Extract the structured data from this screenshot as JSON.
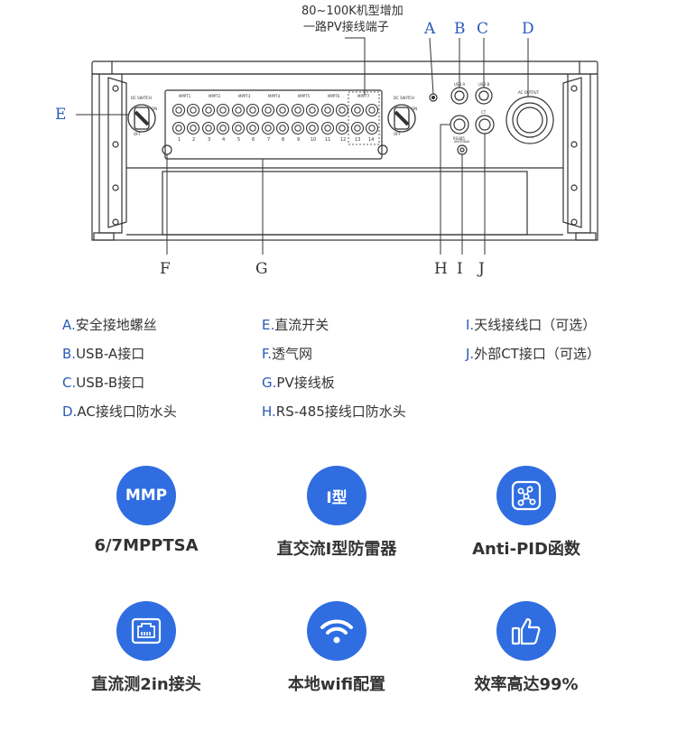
{
  "top_note": {
    "line1": "80~100K机型增加",
    "line2": "一路PV接线端子"
  },
  "callouts": {
    "top": [
      "A",
      "B",
      "C",
      "D"
    ],
    "left": "E",
    "bottom": [
      "F",
      "G",
      "H",
      "I",
      "J"
    ]
  },
  "device": {
    "dc_switch_left": "DC SWITCH",
    "dc_switch_right": "DC SWITCH",
    "on": "ON",
    "off": "OFF",
    "mppt": [
      "MPPT1",
      "MPPT2",
      "MPPT3",
      "MPPT4",
      "MPPT5",
      "MPPT6",
      "MPPT7"
    ],
    "string_numbers": [
      "1",
      "2",
      "3",
      "4",
      "5",
      "6",
      "7",
      "8",
      "9",
      "10",
      "11",
      "12",
      "13",
      "14"
    ],
    "ac_output": "AC OUTPUT",
    "usb_a": "USB A",
    "usb_b": "USB B",
    "rs485": "RS485",
    "ct": "CT",
    "antenna": "ANTENNA"
  },
  "legend": {
    "col1": [
      {
        "key": "A.",
        "text": "安全接地螺丝"
      },
      {
        "key": "B.",
        "text": "USB-A接口"
      },
      {
        "key": "C.",
        "text": "USB-B接口"
      },
      {
        "key": "D.",
        "text": "AC接线口防水头"
      }
    ],
    "col2": [
      {
        "key": "E.",
        "text": "直流开关"
      },
      {
        "key": "F.",
        "text": "透气网"
      },
      {
        "key": "G.",
        "text": "PV接线板"
      },
      {
        "key": "H.",
        "text": "RS-485接线口防水头"
      }
    ],
    "col3": [
      {
        "key": "I.",
        "text": "天线接线口（可选）"
      },
      {
        "key": "J.",
        "text": "外部CT接口（可选）"
      }
    ]
  },
  "features": [
    {
      "icon_text": "MMP",
      "label": "6/7MPPTSA"
    },
    {
      "icon_text": "I型",
      "label": "直交流I型防雷器"
    },
    {
      "icon": "network-nodes-icon",
      "label": "Anti-PID函数"
    },
    {
      "icon": "ethernet-port-icon",
      "label": "直流测2in接头"
    },
    {
      "icon": "wifi-icon",
      "label": "本地wifi配置"
    },
    {
      "icon": "thumbs-up-icon",
      "label": "效率高达99%"
    }
  ],
  "colors": {
    "accent": "#2f6de1",
    "label_blue": "#2a5ab8",
    "line": "#333333"
  }
}
